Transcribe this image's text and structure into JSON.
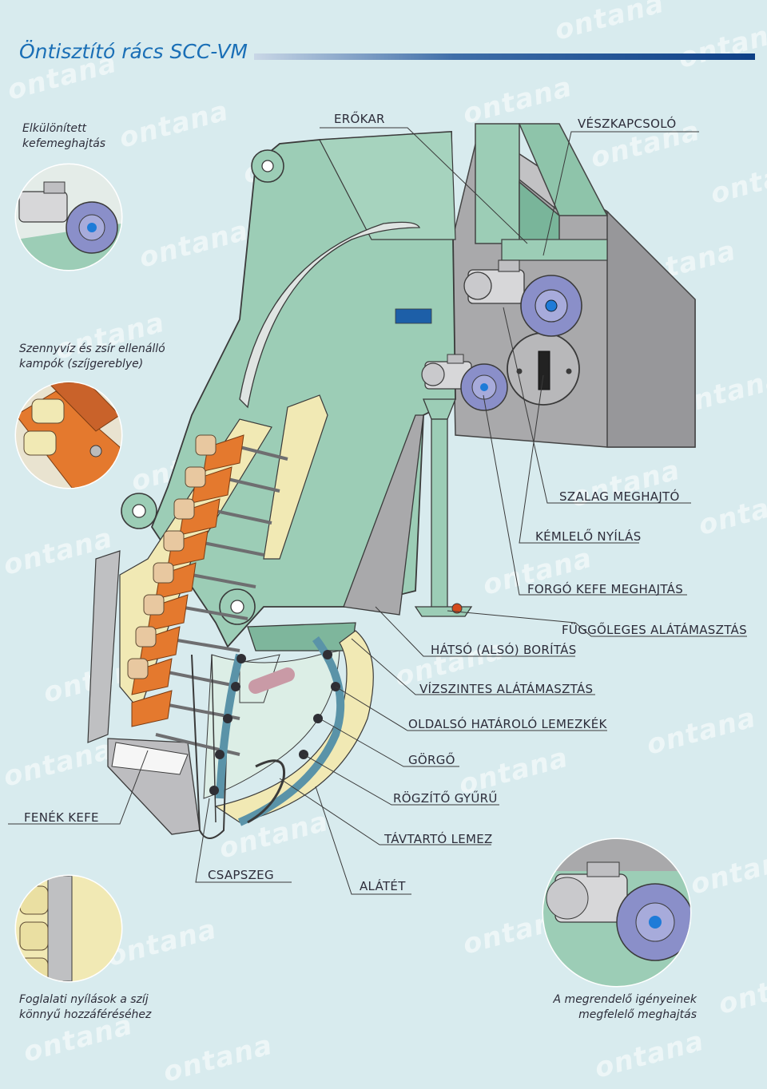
{
  "title": "Öntisztító rács SCC-VM",
  "watermark": "ontana",
  "colors": {
    "background": "#d8ebee",
    "title": "#1a6fb6",
    "frame": "#9ccdb6",
    "frame_dark": "#79b59a",
    "housing": "#a9a9ab",
    "brush": "#e4792e",
    "rail": "#f1e9b4",
    "motor": "#8a8fc9"
  },
  "notes": {
    "brush_drive_line1": "Elkülönített",
    "brush_drive_line2": "kefemeghajtás",
    "hooks_line1": "Szennyvíz és zsír ellenálló",
    "hooks_line2": "kampók (szíjgereblye)",
    "openings_line1": "Foglalati nyílások a szíj",
    "openings_line2": "könnyű hozzáféréséhez",
    "custom_drive_line1": "A megrendelő igényeinek",
    "custom_drive_line2": "megfelelő meghajtás"
  },
  "labels": {
    "lever": "ERŐKAR",
    "emergency_switch": "VÉSZKAPCSOLÓ",
    "belt_drive": "SZALAG MEGHAJTÓ",
    "inspection_opening": "KÉMLELŐ NYÍLÁS",
    "rotating_brush_drive": "FORGÓ KEFE MEGHAJTÁS",
    "vertical_support": "FÜGGŐLEGES ALÁTÁMASZTÁS",
    "rear_cover": "HÁTSÓ (ALSÓ) BORÍTÁS",
    "horizontal_support": "VÍZSZINTES ALÁTÁMASZTÁS",
    "side_plates": "OLDALSÓ HATÁROLÓ LEMEZKÉK",
    "roller": "GÖRGŐ",
    "fixing_ring": "RÖGZÍTŐ GYŰRŰ",
    "bottom_brush": "FENÉK KEFE",
    "spacer_plate": "TÁVTARTÓ LEMEZ",
    "pin": "CSAPSZEG",
    "washer": "ALÁTÉT"
  }
}
